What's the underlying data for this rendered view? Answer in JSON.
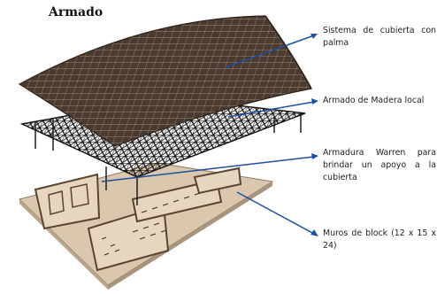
{
  "title": "Armado",
  "labels": [
    {
      "text": "Sistema de cubierta con palma"
    },
    {
      "text": "Armado de Madera local"
    },
    {
      "text": "Armadura Warren para brindar un apoyo a la cubierta"
    },
    {
      "text": "Muros de block (12 x 15 x 24)"
    }
  ],
  "colors": {
    "roof": "#4a3a2f",
    "roof_grid": "#c9b6a2",
    "truss": "#111111",
    "slab": "#d8c6ad",
    "wall": "#7a5a44",
    "leader": "#1f4fa3"
  }
}
